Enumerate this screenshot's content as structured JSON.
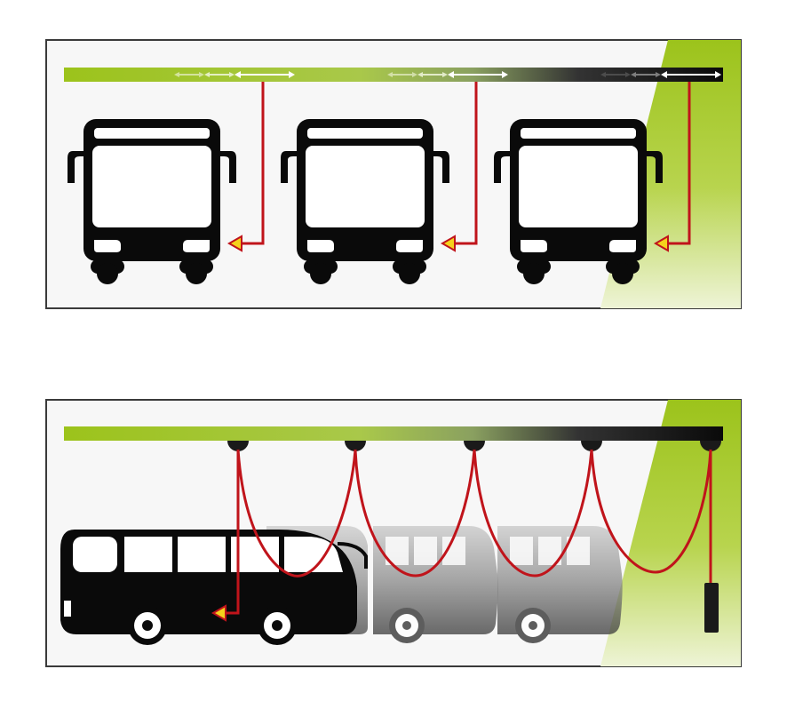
{
  "colors": {
    "background": "#ffffff",
    "panel": "#f7f7f7",
    "panel_border": "#3a3a3a",
    "rail_green": "#9cc31b",
    "rail_dark": "#111111",
    "cable_red": "#c0141b",
    "plug_yellow": "#f5d21c",
    "bus_black": "#0a0a0a",
    "bus_ghost": "#7a7a7a"
  },
  "top_panel": {
    "description_icons": [
      "bus-front-icon",
      "bus-front-icon",
      "bus-front-icon"
    ],
    "arrow_groups": 3,
    "charging_points": 3
  },
  "bottom_panel": {
    "description_icons": [
      "bus-side-icon",
      "bus-side-ghost-icon",
      "bus-side-ghost-icon"
    ],
    "hangers": 5
  }
}
